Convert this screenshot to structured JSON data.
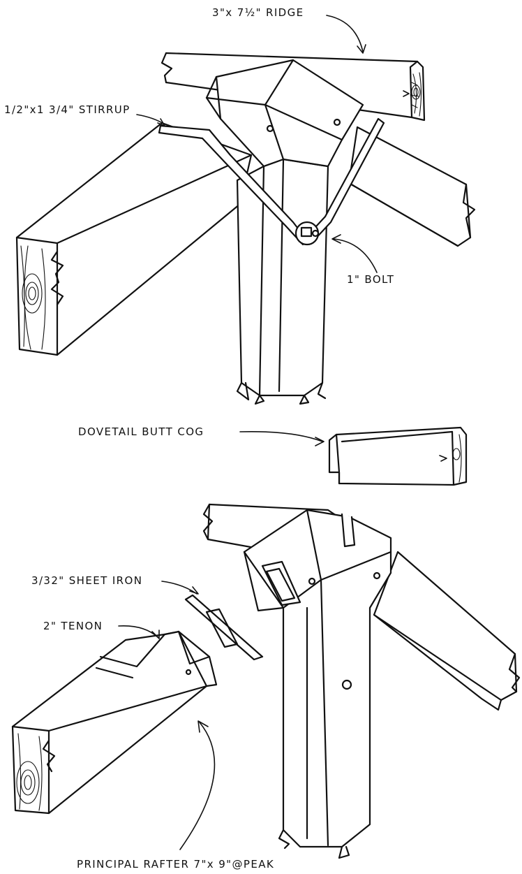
{
  "labels": {
    "ridge": "3\"x 7½\" RIDGE",
    "stirrup": "1/2\"x1 3/4\" STIRRUP",
    "bolt": "1\" BOLT",
    "dovetail": "DOVETAIL BUTT COG",
    "sheet_iron": "3/32\" SHEET IRON",
    "tenon": "2\" TENON",
    "principal_rafter": "PRINCIPAL RAFTER 7\"x 9\"@PEAK"
  }
}
